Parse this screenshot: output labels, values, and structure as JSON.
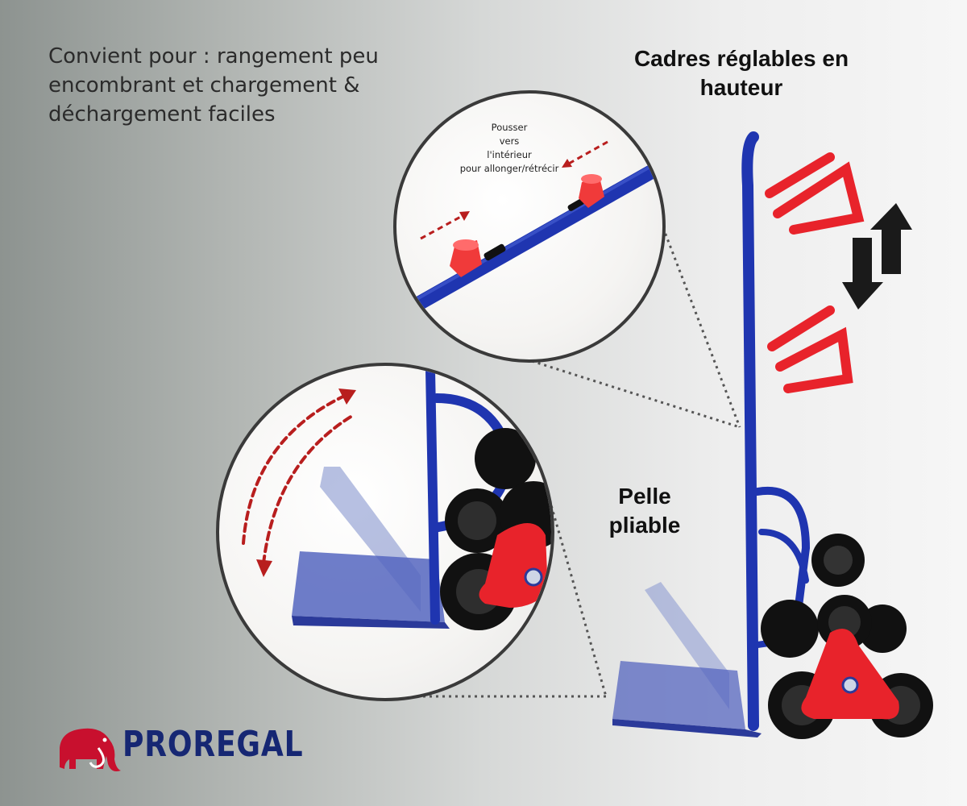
{
  "intro": {
    "text": "Convient pour : rangement peu encombrant et chargement & déchargement faciles"
  },
  "captions": {
    "height_adjustable": "Cadres réglables en hauteur",
    "folding_shovel": "Pelle pliable"
  },
  "zoom_top": {
    "instruction_lines": [
      "Pousser",
      "vers",
      "l'intérieur",
      "pour allonger/rétrécir"
    ]
  },
  "brand": {
    "name": "PROREGAL",
    "logo_icon": "mammoth-icon"
  },
  "colors": {
    "frame_blue": "#1f35b0",
    "accent_red": "#e8232b",
    "brand_navy": "#162773",
    "mammoth_red": "#c8102e"
  }
}
